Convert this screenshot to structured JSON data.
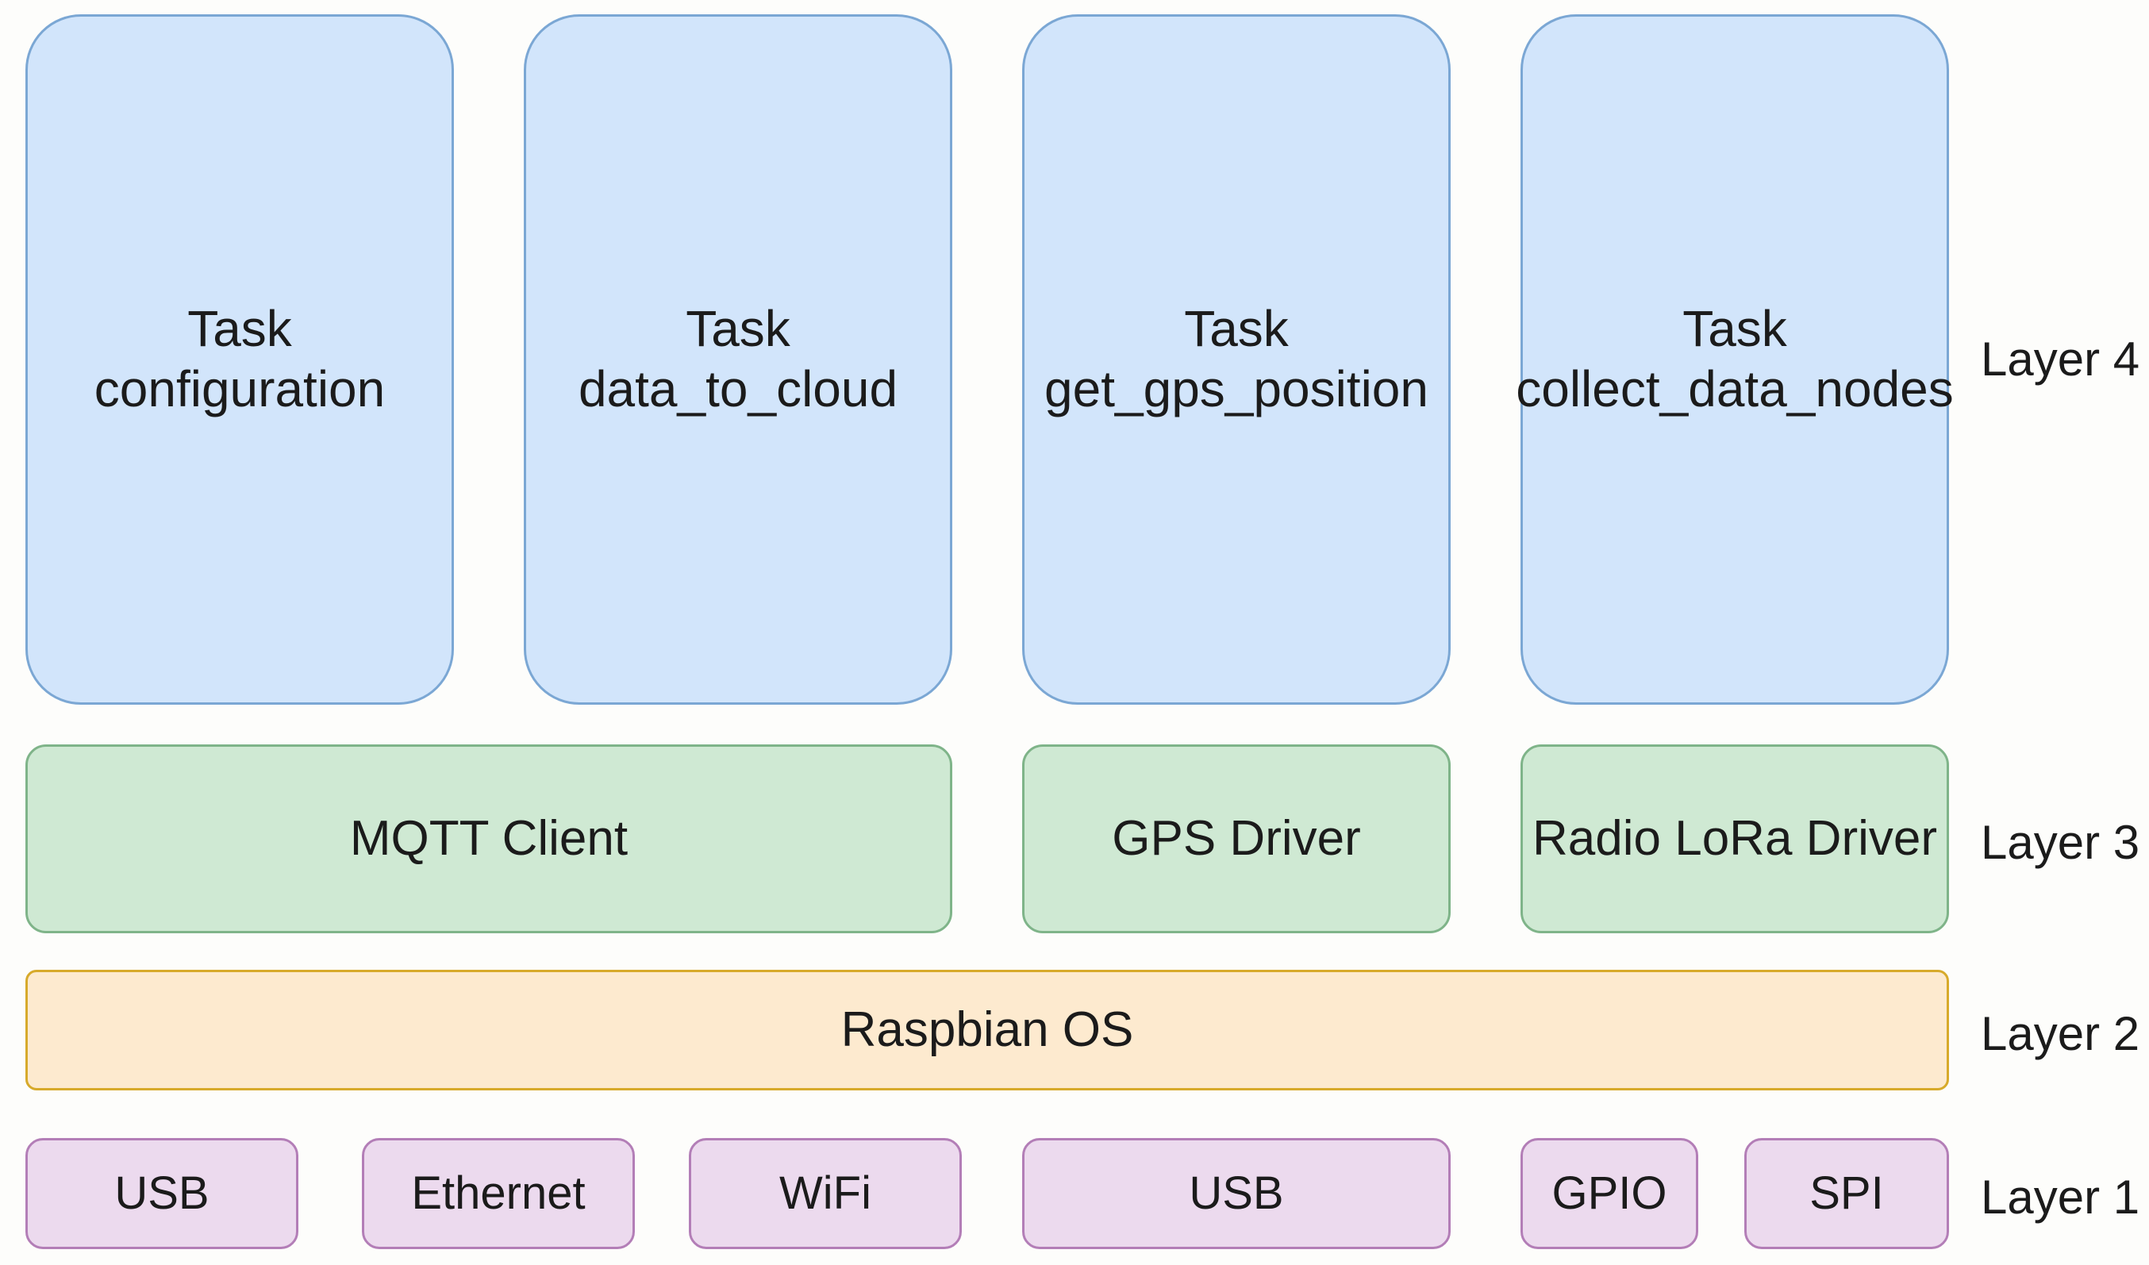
{
  "diagram": {
    "title": "Layered software architecture of a Raspberry Pi IoT gateway",
    "colors": {
      "layer4_fill": "#d2e5fb",
      "layer4_border": "#7ba7d4",
      "layer3_fill": "#cfe9d3",
      "layer3_border": "#7fb489",
      "layer2_fill": "#fdeacf",
      "layer2_border": "#d7aa2b",
      "layer1_fill": "#ecdaee",
      "layer1_border": "#b37eb7",
      "background": "#fdfdfb",
      "text": "#1b1b1b"
    },
    "layer4": {
      "label": "Layer 4",
      "boxes": [
        {
          "line1": "Task",
          "line2": "configuration"
        },
        {
          "line1": "Task",
          "line2": "data_to_cloud"
        },
        {
          "line1": "Task",
          "line2": "get_gps_position"
        },
        {
          "line1": "Task",
          "line2": "collect_data_nodes"
        }
      ]
    },
    "layer3": {
      "label": "Layer 3",
      "boxes": [
        {
          "line1": "MQTT Client",
          "line2": ""
        },
        {
          "line1": "GPS",
          "line2": "Driver"
        },
        {
          "line1": "Radio LoRa",
          "line2": "Driver"
        }
      ]
    },
    "layer2": {
      "label": "Layer 2",
      "boxes": [
        {
          "line1": "Raspbian OS"
        }
      ]
    },
    "layer1": {
      "label": "Layer 1",
      "boxes": [
        {
          "line1": "USB"
        },
        {
          "line1": "Ethernet"
        },
        {
          "line1": "WiFi"
        },
        {
          "line1": "USB"
        },
        {
          "line1": "GPIO"
        },
        {
          "line1": "SPI"
        }
      ]
    }
  }
}
